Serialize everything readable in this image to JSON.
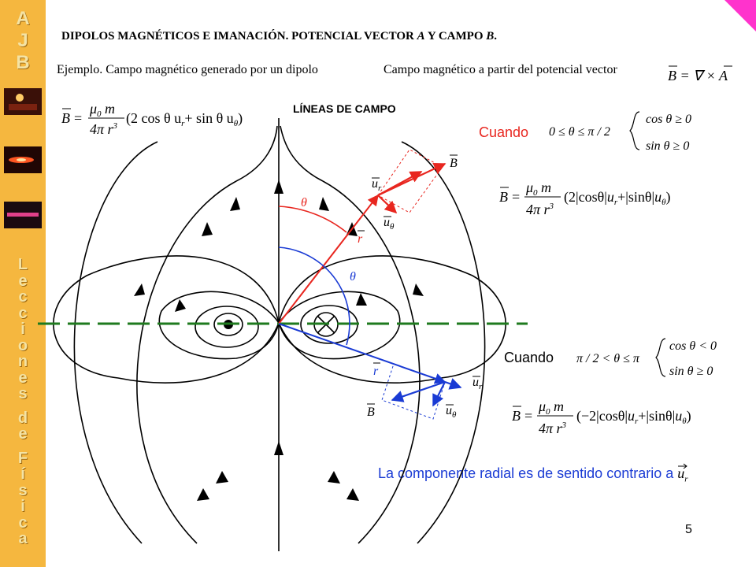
{
  "sidebar": {
    "logo": [
      "A",
      "J",
      "B"
    ],
    "vertical_text": [
      "L",
      "e",
      "c",
      "c",
      "i",
      "o",
      "n",
      "e",
      "s",
      "",
      "d",
      "e",
      "",
      "F",
      "í",
      "s",
      "i",
      "c",
      "a"
    ]
  },
  "header": {
    "title": "DIPOLOS MAGNÉTICOS E IMANACIÓN. POTENCIAL VECTOR",
    "title_A": "A",
    "title_mid": "Y CAMPO",
    "title_B": "B",
    "title_end": "."
  },
  "example": "Ejemplo. Campo magnético generado por un dipolo",
  "from_potential": "Campo magnético a partir del potencial vector",
  "field_lines_label": "LÍNEAS DE CAMPO",
  "cases": [
    {
      "label": "Cuando",
      "range": "0 ≤ θ ≤ π / 2",
      "cond_cos": "cos θ ≥ 0",
      "cond_sin": "sin θ ≥ 0",
      "radial_coef": "2|cosθ|",
      "radial_sign": ""
    },
    {
      "label": "Cuando",
      "range": "π / 2 < θ ≤ π",
      "cond_cos": "cos θ < 0",
      "cond_sin": "sin θ ≥ 0",
      "radial_coef": "2|cosθ|",
      "radial_sign": "−"
    }
  ],
  "equations": {
    "curl": "B = ∇ × A",
    "general_bracket": "(2 cos θ u",
    "general_plus": "+ sin θ u",
    "general_close": ")",
    "prefactor_num": "μ",
    "prefactor_num_sub": "0",
    "prefactor_num_tail": " m",
    "prefactor_den": "4π r",
    "prefactor_den_sup": "3",
    "B": "B",
    "eq": "=",
    "u_r": "u",
    "sub_r": "r",
    "sub_theta": "θ",
    "abs_sin": "|sinθ|",
    "plus": "+"
  },
  "diagram": {
    "theta_red": "θ",
    "theta_blue": "θ",
    "r": "r",
    "B": "B",
    "u_r": "u",
    "u_theta": "u",
    "sub_r": "r",
    "sub_theta": "θ"
  },
  "note": "La componente radial es de sentido contrario a",
  "note_symbol": "u",
  "note_sub": "r",
  "page_number": "5",
  "colors": {
    "sidebar": "#f5b73f",
    "red": "#e8261f",
    "blue": "#1a3bd4",
    "green_dash": "#1e7a1e",
    "corner": "#ff33cc"
  }
}
